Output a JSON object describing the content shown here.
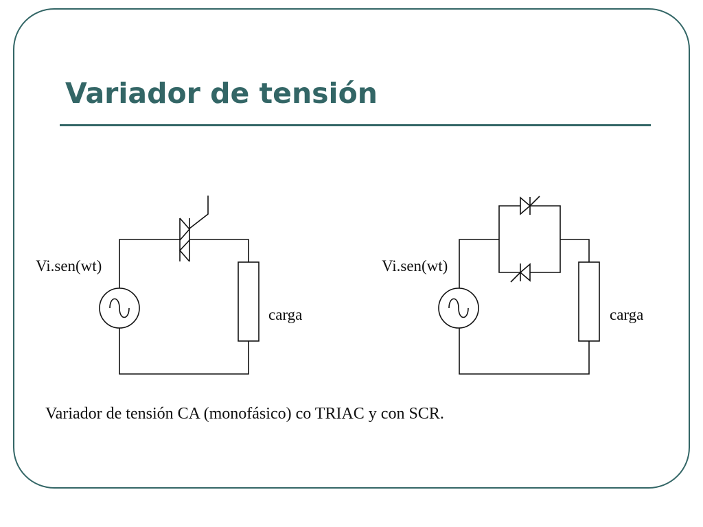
{
  "slide": {
    "title": "Variador de tensión",
    "caption": "Variador de tensión CA (monofásico) co TRIAC y con SCR."
  },
  "colors": {
    "accent": "#336666",
    "ink": "#111111",
    "background": "#ffffff"
  },
  "circuits": [
    {
      "id": "triac-circuit",
      "switch": "TRIAC",
      "source_label": "Vi.sen(wt)",
      "load_label": "carga"
    },
    {
      "id": "scr-circuit",
      "switch": "SCR antiparallel",
      "source_label": "Vi.sen(wt)",
      "load_label": "carga"
    }
  ]
}
